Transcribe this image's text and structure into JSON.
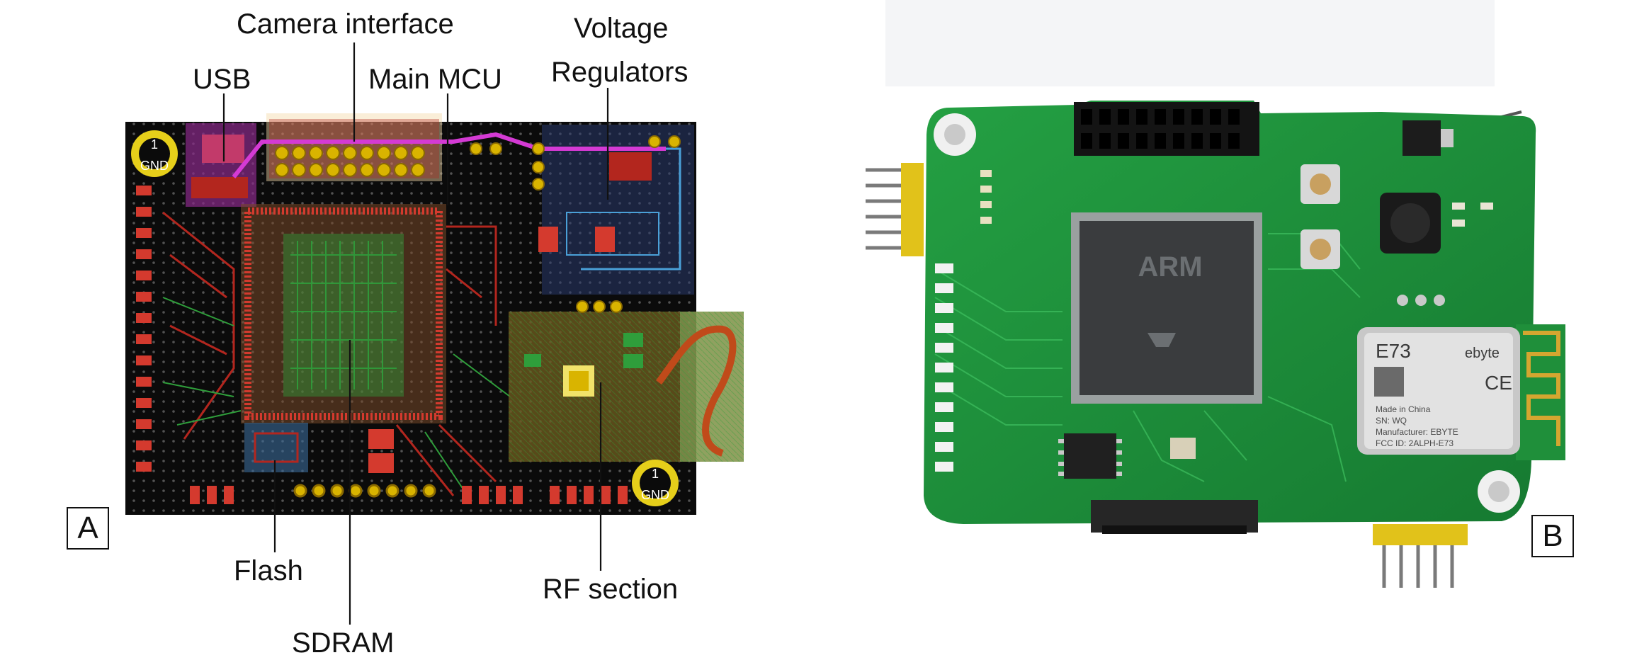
{
  "panel_a": {
    "tag": "A",
    "labels": {
      "usb": "USB",
      "camera": "Camera interface",
      "mcu": "Main MCU",
      "voltage_1": "Voltage",
      "voltage_2": "Regulators",
      "flash": "Flash",
      "sdram": "SDRAM",
      "rf": "RF section"
    },
    "gnd": "GND",
    "pin1": "1"
  },
  "panel_b": {
    "tag": "B",
    "chip_brand": "ARM",
    "module_name": "E73",
    "module_brand": "ebyte",
    "ce_mark": "CE",
    "module_lines": [
      "Made in China",
      "SN: WQ",
      "Manufacturer: EBYTE",
      "FCC ID: 2ALPH-E73"
    ]
  },
  "colors": {
    "pcb_black": "#0b0b0b",
    "copper_red": "#b3261e",
    "trace_green": "#2f9e3b",
    "pad_yellow": "#d9b400",
    "board_green": "#1f8f3a",
    "silk": "#e8f2ea"
  }
}
